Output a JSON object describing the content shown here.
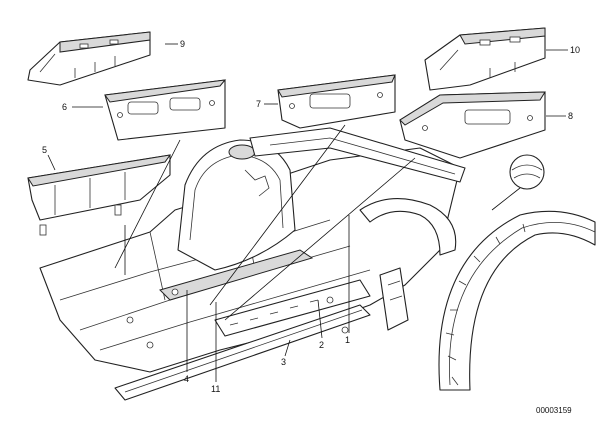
{
  "callouts": [
    {
      "id": "1",
      "label": "1"
    },
    {
      "id": "2",
      "label": "2"
    },
    {
      "id": "3",
      "label": "3"
    },
    {
      "id": "4",
      "label": "4"
    },
    {
      "id": "5",
      "label": "5"
    },
    {
      "id": "6",
      "label": "6"
    },
    {
      "id": "7",
      "label": "7"
    },
    {
      "id": "8",
      "label": "8"
    },
    {
      "id": "9",
      "label": "9"
    },
    {
      "id": "10",
      "label": "10"
    },
    {
      "id": "11",
      "label": "11"
    }
  ],
  "document_number": "00003159"
}
